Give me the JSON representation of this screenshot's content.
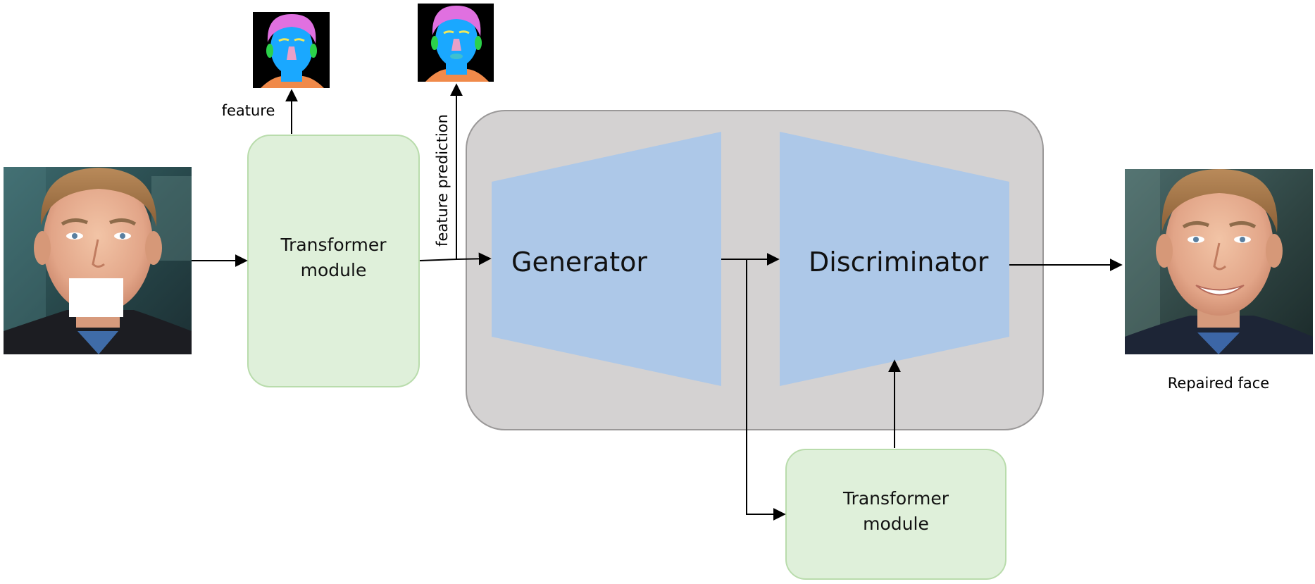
{
  "diagram": {
    "transformer_top": {
      "line1": "Transformer",
      "line2": "module"
    },
    "transformer_bottom": {
      "line1": "Transformer",
      "line2": "module"
    },
    "generator_label": "Generator",
    "discriminator_label": "Discriminator",
    "feature_label": "feature",
    "feature_prediction_label": "feature prediction",
    "output_label": "Repaired face"
  },
  "colors": {
    "transformer_fill": "#dff0da",
    "transformer_stroke": "#b9dcac",
    "gan_container_fill": "#d4d2d2",
    "gan_container_stroke": "#9a9898",
    "trapezoid_fill": "#adc8e8",
    "arrow": "#000000",
    "face_mask_region": "#ffffff",
    "parsing_background": "#000000",
    "parsing_skin": "#1aa8ff",
    "parsing_hair": "#e070e0",
    "parsing_brows": "#f0e85a",
    "parsing_ears": "#2bd14a",
    "parsing_neck_clothes": "#f08a4a",
    "parsing_nose": "#e9a0c8"
  },
  "icons": {
    "input_face": "masked-face-photo-icon",
    "output_face": "repaired-face-photo-icon",
    "feature_map": "face-parsing-map-icon",
    "feature_prediction_map": "face-parsing-prediction-map-icon"
  }
}
